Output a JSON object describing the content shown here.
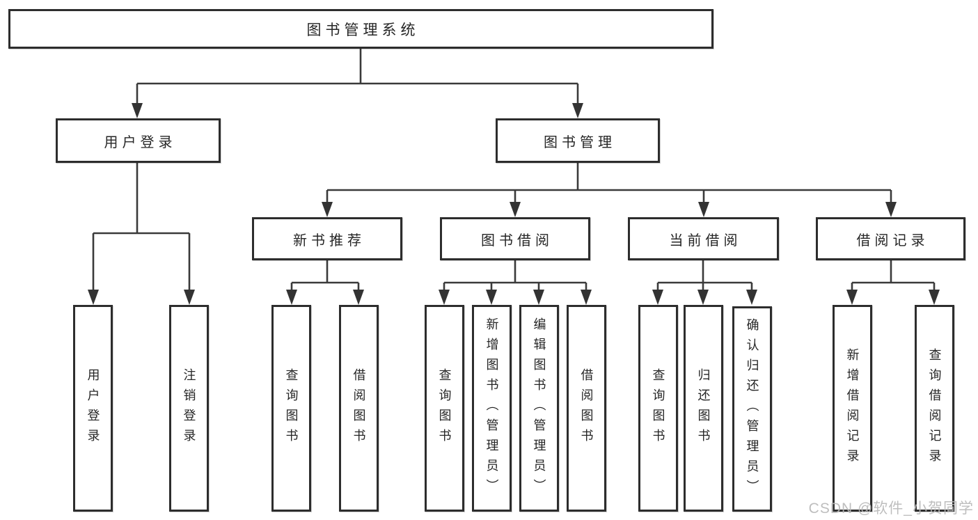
{
  "tree": {
    "root": "图书管理系统",
    "level2": [
      "用户登录",
      "图书管理"
    ],
    "level3": [
      "新书推荐",
      "图书借阅",
      "当前借阅",
      "借阅记录"
    ],
    "leaves": {
      "login": [
        "用户登录",
        "注销登录"
      ],
      "recommend": [
        "查询图书",
        "借阅图书"
      ],
      "borrow": [
        "查询图书",
        "新增图书（管理员）",
        "编辑图书（管理员）",
        "借阅图书"
      ],
      "current": [
        "查询图书",
        "归还图书",
        "确认归还（管理员）"
      ],
      "records": [
        "新增借阅记录",
        "查询借阅记录"
      ]
    }
  },
  "watermark": {
    "text": "CSDN @软件_小贺同学"
  },
  "colors": {
    "line": "#3a3a3a",
    "box_border": "#2d2d2d",
    "text": "#262626",
    "watermark": "#b8b8b8",
    "background": "#ffffff"
  }
}
